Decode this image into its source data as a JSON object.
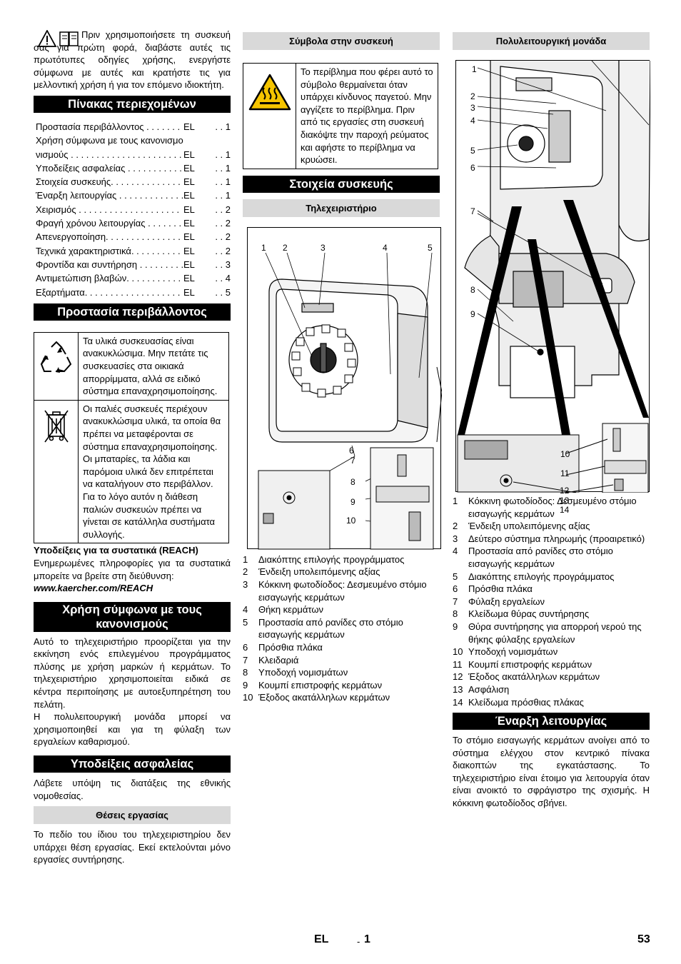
{
  "intro": "Πριν χρησιμοποιήσετε τη συσκευή σας για πρώτη φορά, διαβάστε αυτές τις πρωτότυπες οδηγίες χρήσης, ενεργήστε σύμφωνα με αυτές και κρατήστε τις για μελλοντική χρήση ή για τον επόμενο ιδιοκτήτη.",
  "toc": {
    "title": "Πίνακας περιεχομένων",
    "items": [
      {
        "t": "Προστασία περιβάλλοντος . . . . . . . . . . .",
        "l": "EL",
        "p": ". . 1"
      },
      {
        "t": "Χρήση σύμφωνα με τους κανονισμούς",
        "l": "",
        "p": ""
      },
      {
        "t": "νισμούς . . . . . . . . . . . . . . . . . . . . . .",
        "l": "EL",
        "p": ". . 1"
      },
      {
        "t": "Υποδείξεις ασφαλείας . . . . . . . . . . . .",
        "l": "EL",
        "p": ". . 1"
      },
      {
        "t": "Στοιχεία συσκευής. . . . . . . . . . . . . . .",
        "l": "EL",
        "p": ". . 1"
      },
      {
        "t": "Έναρξη λειτουργίας . . . . . . . . . . . . .",
        "l": "EL",
        "p": ". . 1"
      },
      {
        "t": "Χειρισμός . . . . . . . . . . . . . . . . . . . .",
        "l": "EL",
        "p": ". . 2"
      },
      {
        "t": "Φραγή χρόνου λειτουργίας . . . . . . . .",
        "l": "EL",
        "p": ". . 2"
      },
      {
        "t": "Απενεργοποίηση. . . . . . . . . . . . . . . .",
        "l": "EL",
        "p": ". . 2"
      },
      {
        "t": "Τεχνικά χαρακτηριστικά. . . . . . . . . . .",
        "l": "EL",
        "p": ". . 2"
      },
      {
        "t": "Φροντίδα και συντήρηση . . . . . . . . . .",
        "l": "EL",
        "p": ". . 3"
      },
      {
        "t": "Αντιμετώπιση βλαβών. . . . . . . . . . . .",
        "l": "EL",
        "p": ". . 4"
      },
      {
        "t": "Εξαρτήματα. . . . . . . . . . . . . . . . . . .",
        "l": "EL",
        "p": ". . 5"
      }
    ]
  },
  "env": {
    "title": "Προστασία περιβάλλοντος",
    "recycle_text": "Τα υλικά συσκευασίας είναι ανακυκλώσιμα. Μην πετάτε τις συσκευασίες στα οικιακά απορρίμματα, αλλά σε ειδικό σύστημα επαναχρησιμοποίησης.",
    "weee_text": "Οι παλιές συσκευές περιέχουν ανακυκλώσιμα υλικά, τα οποία θα πρέπει να μεταφέρονται σε σύστημα επαναχρησιμοποίησης. Οι μπαταρίες, τα λάδια και παρόμοια υλικά δεν επιτρέπεται να καταλήγουν στο περιβάλλον. Για το λόγο αυτόν η διάθεση παλιών συσκευών πρέπει να γίνεται σε κατάλληλα συστήματα συλλογής.",
    "reach_title": "Υποδείξεις για τα συστατικά (REACH)",
    "reach_text": "Ενημερωμένες πληροφορίες για τα συστατικά μπορείτε να βρείτε στη διεύθυνση:",
    "reach_url": "www.kaercher.com/REACH"
  },
  "use": {
    "title": "Χρήση σύμφωνα με τους κανονισμούς",
    "p1": "Αυτό το τηλεχειριστήριο προορίζεται για την εκκίνηση ενός επιλεγμένου προγράμματος πλύσης με χρήση μαρκών ή κερμάτων. Το τηλεχειριστήριο χρησιμοποιείται ειδικά σε κέντρα περιποίησης με αυτοεξυπηρέτηση του πελάτη.",
    "p2": "Η πολυλειτουργική μονάδα μπορεί να χρησιμοποιηθεί και για τη φύλαξη των εργαλείων καθαρισμού."
  },
  "safety": {
    "title": "Υποδείξεις ασφαλείας",
    "text": "Λάβετε υπόψη τις διατάξεις της εθνικής νομοθεσίας.",
    "work_title": "Θέσεις εργασίας",
    "work_text": "Το πεδίο του ίδιου του τηλεχειριστηρίου δεν υπάρχει θέση εργασίας. Εκεί εκτελούνται μόνο εργασίες συντήρησης."
  },
  "symbols": {
    "title": "Σύμβολα στην συσκευή",
    "hot_text": "Το περίβλημα που φέρει αυτό το σύμβολο θερμαίνεται όταν υπάρχει κίνδυνος παγετού. Μην αγγίζετε το περίβλημα. Πριν από τις εργασίες στη συσκευή διακόψτε την παροχή ρεύματος και αφήστε το περίβλημα να κρυώσει."
  },
  "elements": {
    "title": "Στοιχεία συσκευής",
    "remote_title": "Τηλεχειριστήριο",
    "fig_labels": [
      "1",
      "2",
      "3",
      "4",
      "5",
      "6",
      "7",
      "8",
      "9",
      "10"
    ],
    "legend": [
      {
        "n": "1",
        "t": "Διακόπτης επιλογής προγράμματος"
      },
      {
        "n": "2",
        "t": "Ένδειξη υπολειπόμενης αξίας"
      },
      {
        "n": "3",
        "t": "Κόκκινη φωτοδίοδος: Δεσμευμένο στόμιο εισαγωγής κερμάτων"
      },
      {
        "n": "4",
        "t": "Θήκη κερμάτων"
      },
      {
        "n": "5",
        "t": "Προστασία από ρανίδες στο στόμιο εισαγωγής κερμάτων"
      },
      {
        "n": "6",
        "t": "Πρόσθια πλάκα"
      },
      {
        "n": "7",
        "t": "Κλειδαριά"
      },
      {
        "n": "8",
        "t": "Υποδοχή νομισμάτων"
      },
      {
        "n": "9",
        "t": "Κουμπί επιστροφής κερμάτων"
      },
      {
        "n": "10",
        "t": "Έξοδος ακατάλληλων κερμάτων"
      }
    ]
  },
  "multi": {
    "title": "Πολυλειτουργική μονάδα",
    "fig_labels": [
      "1",
      "2",
      "3",
      "4",
      "5",
      "6",
      "7",
      "8",
      "9",
      "10",
      "11",
      "12",
      "13",
      "14"
    ],
    "legend": [
      {
        "n": "1",
        "t": "Κόκκινη φωτοδίοδος: Δεσμευμένο στόμιο εισαγωγής κερμάτων"
      },
      {
        "n": "2",
        "t": "Ένδειξη υπολειπόμενης αξίας"
      },
      {
        "n": "3",
        "t": "Δεύτερο σύστημα πληρωμής (προαιρετικό)"
      },
      {
        "n": "4",
        "t": "Προστασία από ρανίδες στο στόμιο εισαγωγής κερμάτων"
      },
      {
        "n": "5",
        "t": "Διακόπτης επιλογής προγράμματος"
      },
      {
        "n": "6",
        "t": "Πρόσθια πλάκα"
      },
      {
        "n": "7",
        "t": "Φύλαξη εργαλείων"
      },
      {
        "n": "8",
        "t": "Κλείδωμα θύρας συντήρησης"
      },
      {
        "n": "9",
        "t": "Θύρα συντήρησης για απορροή νερού της θήκης φύλαξης εργαλείων"
      },
      {
        "n": "10",
        "t": "Υποδοχή νομισμάτων"
      },
      {
        "n": "11",
        "t": "Κουμπί επιστροφής κερμάτων"
      },
      {
        "n": "12",
        "t": "Έξοδος ακατάλληλων κερμάτων"
      },
      {
        "n": "13",
        "t": "Ασφάλιση"
      },
      {
        "n": "14",
        "t": "Κλείδωμα πρόσθιας πλάκας"
      }
    ]
  },
  "startup": {
    "title": "Έναρξη λειτουργίας",
    "text": "Το στόμιο εισαγωγής κερμάτων ανοίγει από το σύστημα ελέγχου στον κεντρικό πίνακα διακοπτών της εγκατάστασης. Το τηλεχειριστήριο είναι έτοιμο για λειτουργία όταν είναι ανοικτό το σφράγιστρο της σχισμής. Η κόκκινη φωτοδίοδος σβήνει."
  },
  "footer": {
    "lang": "EL",
    "sep": "-",
    "num": "1",
    "page": "53"
  }
}
